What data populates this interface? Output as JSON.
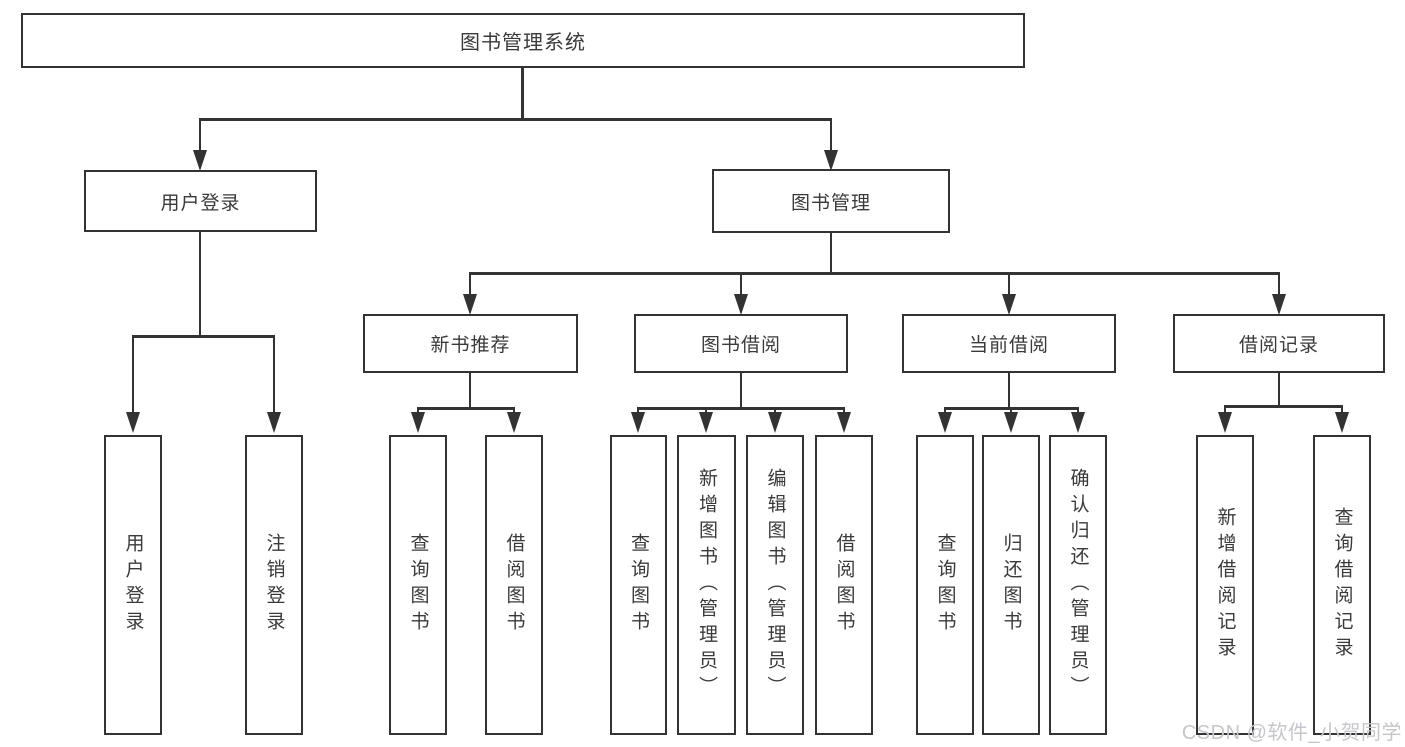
{
  "title": "图书管理系统",
  "branches": {
    "login": {
      "label": "用户登录",
      "leaves": [
        "用户登录",
        "注销登录"
      ]
    },
    "manage": {
      "label": "图书管理"
    }
  },
  "groups": [
    {
      "label": "新书推荐",
      "leaves": [
        "查询图书",
        "借阅图书"
      ]
    },
    {
      "label": "图书借阅",
      "leaves": [
        "查询图书",
        "新增图书（管理员）",
        "编辑图书（管理员）",
        "借阅图书"
      ]
    },
    {
      "label": "当前借阅",
      "leaves": [
        "查询图书",
        "归还图书",
        "确认归还（管理员）"
      ]
    },
    {
      "label": "借阅记录",
      "leaves": [
        "新增借阅记录",
        "查询借阅记录"
      ]
    }
  ],
  "watermark": "CSDN @软件_小贺同学",
  "colors": {
    "line": "#333333",
    "text": "#3a3a3a",
    "box_bg": "#ffffff",
    "watermark": "#c6c6cb"
  }
}
